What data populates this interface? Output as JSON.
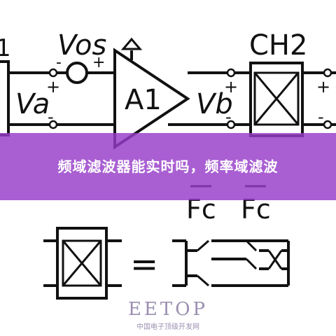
{
  "banner": {
    "title": "频域滤波器能实时吗，频率域滤波",
    "color": "#9b44c9"
  },
  "top_circuit": {
    "vos_label": "Vos",
    "vos_minus": "-",
    "vos_plus": "+",
    "va_label": "Va",
    "va_plus": "+",
    "va_minus": "-",
    "amp_label": "A1",
    "vb_label": "Vb",
    "vb_plus": "+",
    "vb_minus": "-",
    "ch2_label": "CH2",
    "right_plus": "+",
    "right_minus": "-",
    "left_edge_digit": "1"
  },
  "bottom_diagram": {
    "equals": "=",
    "fc_label_1": "Fc",
    "fc_label_2": "Fc"
  },
  "watermark": {
    "logo_text": "EETOP",
    "subtitle": "中国电子顶级开发网",
    "color": "#9a8fb0"
  }
}
